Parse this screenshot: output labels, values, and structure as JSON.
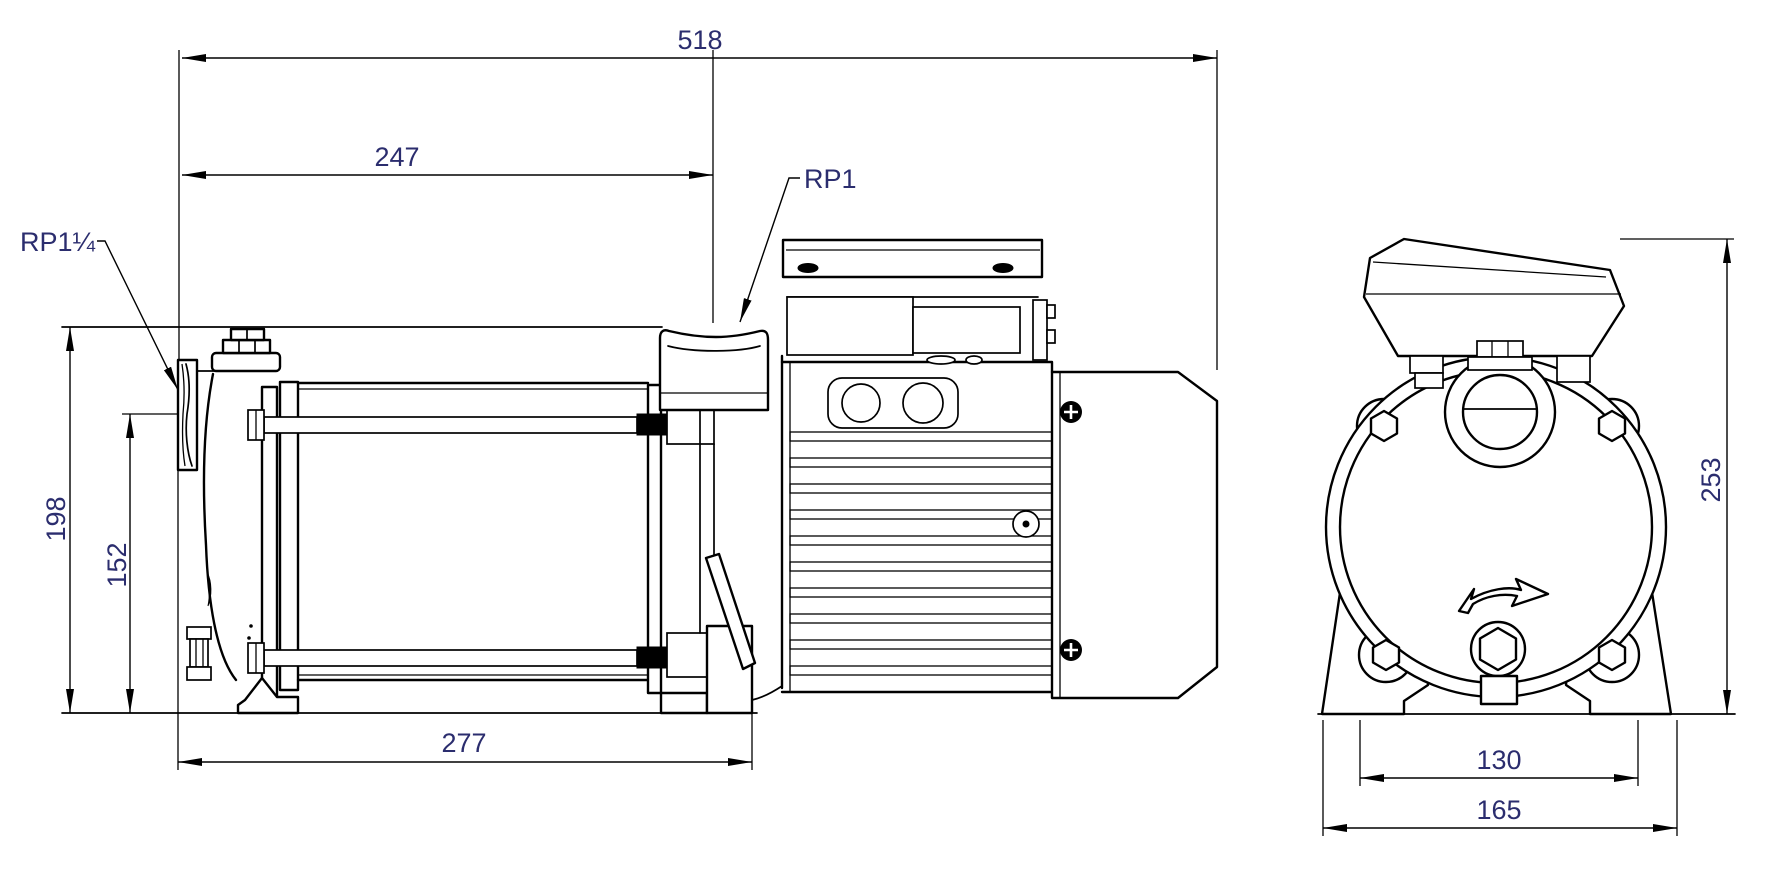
{
  "drawing": {
    "title": "pump-dimension-drawing",
    "colors": {
      "line": "#000000",
      "dimension_text": "#2b2d6e",
      "background": "#ffffff"
    },
    "side_view": {
      "dim_overall_length": "518",
      "dim_to_discharge_port": "247",
      "dim_pump_body_length": "277",
      "dim_total_height": "198",
      "dim_suction_center_height": "152",
      "label_discharge_port": "RP1",
      "label_suction_port": "RP1¼"
    },
    "front_view": {
      "dim_overall_height": "253",
      "dim_foot_inner_width": "130",
      "dim_foot_outer_width": "165"
    }
  }
}
